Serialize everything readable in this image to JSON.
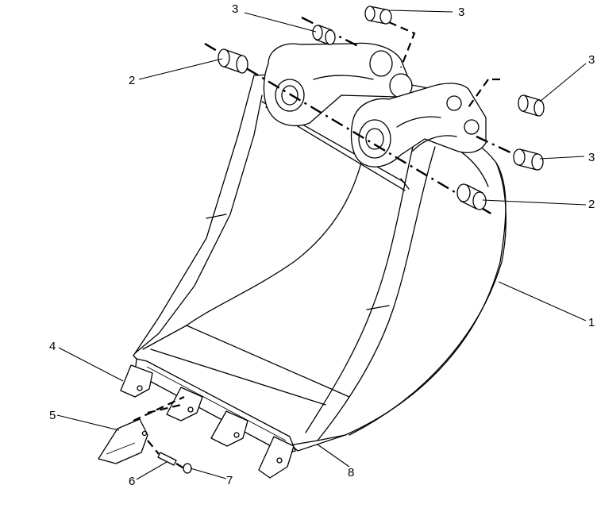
{
  "callouts": {
    "c1": "1",
    "c2a": "2",
    "c2b": "2",
    "c3a": "3",
    "c3b": "3",
    "c3c": "3",
    "c3d": "3",
    "c4": "4",
    "c5": "5",
    "c6": "6",
    "c7": "7",
    "c8": "8"
  }
}
